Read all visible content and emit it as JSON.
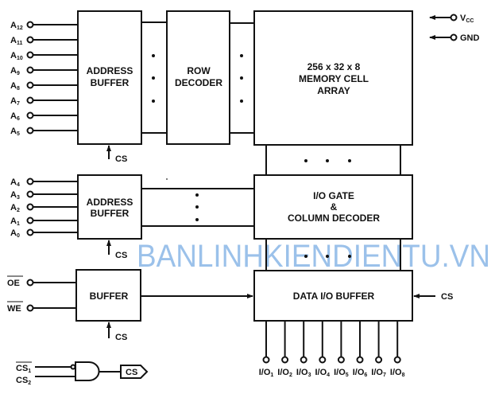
{
  "blocks": {
    "address_buffer_top": [
      "ADDRESS",
      "BUFFER"
    ],
    "row_decoder": [
      "ROW",
      "DECODER"
    ],
    "memory_array": [
      "256 x 32 x 8",
      "MEMORY CELL",
      "ARRAY"
    ],
    "address_buffer_low": [
      "ADDRESS",
      "BUFFER"
    ],
    "io_gate": [
      "I/O GATE",
      "&",
      "COLUMN DECODER"
    ],
    "control_buffer": "BUFFER",
    "data_io_buffer": "DATA I/O BUFFER"
  },
  "address_pins_top": [
    {
      "base": "A",
      "sub": "12"
    },
    {
      "base": "A",
      "sub": "11"
    },
    {
      "base": "A",
      "sub": "10"
    },
    {
      "base": "A",
      "sub": "9"
    },
    {
      "base": "A",
      "sub": "8"
    },
    {
      "base": "A",
      "sub": "7"
    },
    {
      "base": "A",
      "sub": "6"
    },
    {
      "base": "A",
      "sub": "5"
    }
  ],
  "address_pins_low": [
    {
      "base": "A",
      "sub": "4"
    },
    {
      "base": "A",
      "sub": "3"
    },
    {
      "base": "A",
      "sub": "2"
    },
    {
      "base": "A",
      "sub": "1"
    },
    {
      "base": "A",
      "sub": "0"
    }
  ],
  "control_pins": [
    "OE",
    "WE"
  ],
  "power": {
    "vcc_base": "V",
    "vcc_sub": "CC",
    "gnd": "GND"
  },
  "cs_label": "CS",
  "io_pins": [
    {
      "base": "I/O",
      "sub": "1"
    },
    {
      "base": "I/O",
      "sub": "2"
    },
    {
      "base": "I/O",
      "sub": "3"
    },
    {
      "base": "I/O",
      "sub": "4"
    },
    {
      "base": "I/O",
      "sub": "5"
    },
    {
      "base": "I/O",
      "sub": "6"
    },
    {
      "base": "I/O",
      "sub": "7"
    },
    {
      "base": "I/O",
      "sub": "8"
    }
  ],
  "chip_select": {
    "cs1_base": "CS",
    "cs1_sub": "1",
    "cs2_base": "CS",
    "cs2_sub": "2",
    "output": "CS"
  },
  "watermark": "BANLINHKIENDIENTU.VN"
}
